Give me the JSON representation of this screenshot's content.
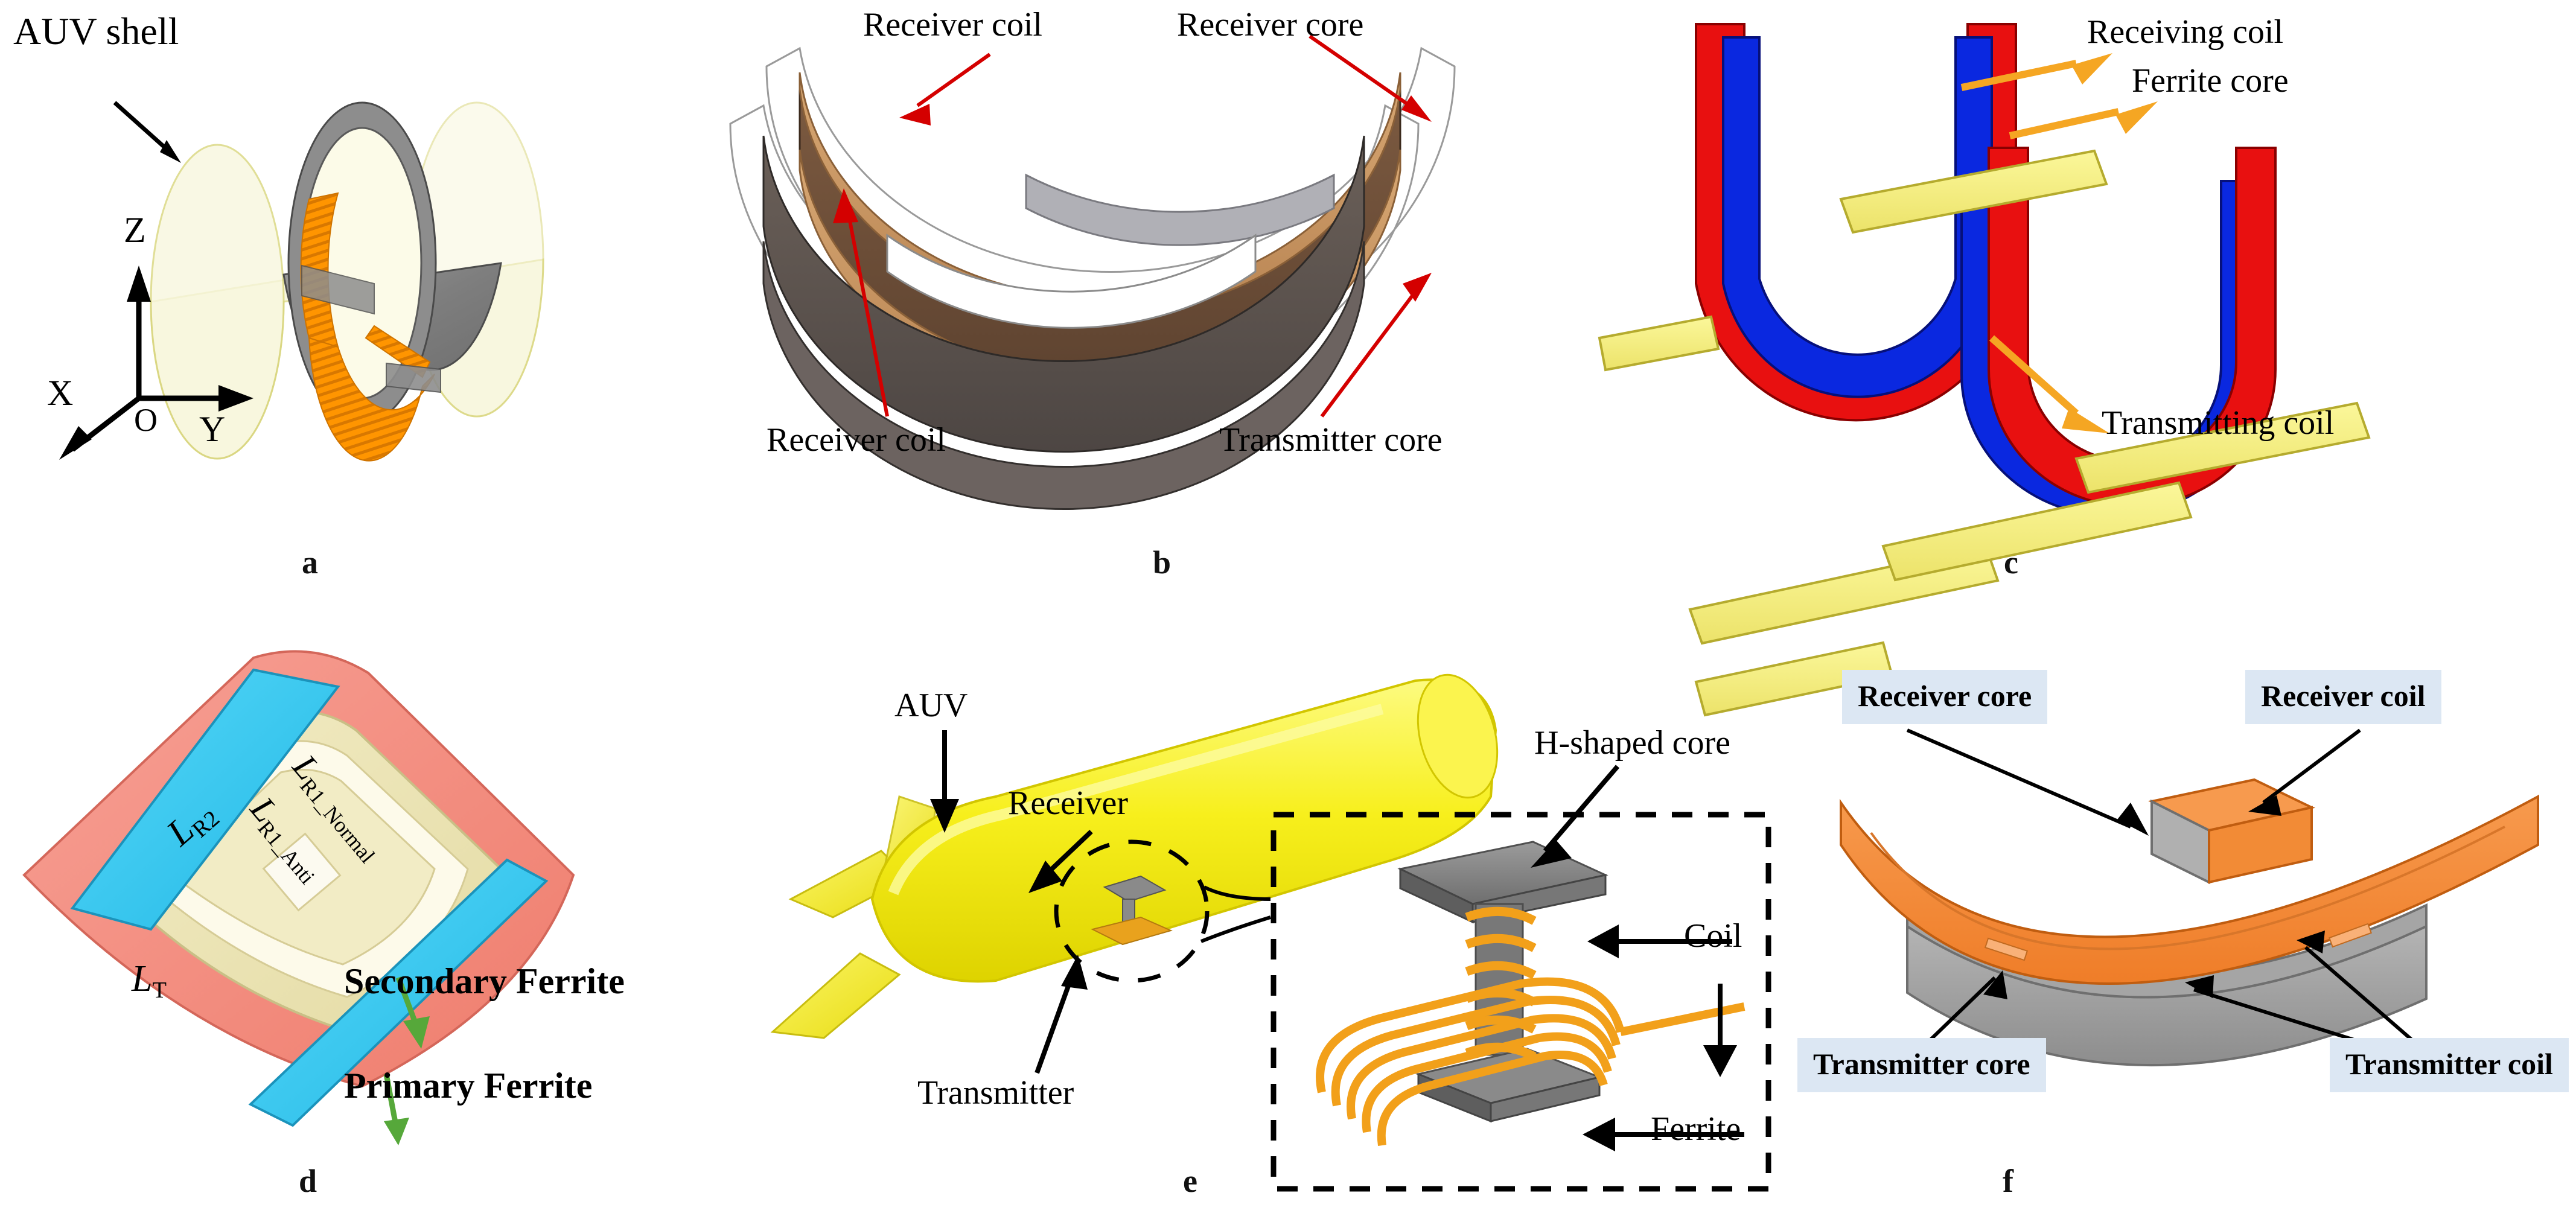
{
  "figure": {
    "type": "multi-panel-scientific-figure",
    "panel_count": 6,
    "subject": "Underwater wireless power transfer coupler structures for AUV",
    "background": "#ffffff"
  },
  "captions": {
    "a": "a",
    "b": "b",
    "c": "c",
    "d": "d",
    "e": "e",
    "f": "f"
  },
  "panel_a": {
    "title_label": "AUV shell",
    "axes": {
      "z": "Z",
      "x": "X",
      "y": "Y",
      "origin": "O"
    },
    "colors": {
      "shell": "#f2f2d8",
      "ring": "#8c8c8c",
      "coil": "#ff9900"
    }
  },
  "panel_b": {
    "labels": {
      "receiver_coil_top": "Receiver coil",
      "receiver_core": "Receiver core",
      "receiver_coil_bottom": "Receiver coil",
      "transmitter_core": "Transmitter core"
    },
    "colors": {
      "receiver_core": "#6b4f3a",
      "transmitter_core": "#5b5150",
      "coil": "#c89a6a",
      "arrow": "#d40000"
    }
  },
  "panel_c": {
    "labels": {
      "receiving_coil": "Receiving coil",
      "ferrite_core": "Ferrite core",
      "transmitting_coil": "Transmitting coil"
    },
    "colors": {
      "receiving": "#0a28e0",
      "transmitting": "#e81010",
      "ferrite": "#f5f07a",
      "arrow": "#f5a623"
    }
  },
  "panel_d": {
    "labels": {
      "l_r2": "L",
      "l_r2_sub": "R2",
      "l_r1_normal": "L",
      "l_r1_normal_sub": "R1_Normal",
      "l_r1_anti": "L",
      "l_r1_anti_sub": "R1_Anti",
      "l_t": "L",
      "l_t_sub": "T",
      "secondary_ferrite": "Secondary Ferrite",
      "primary_ferrite": "Primary Ferrite"
    },
    "colors": {
      "primary": "#f4877a",
      "secondary": "#35c8f0",
      "winding": "#ece5b6",
      "arrow": "#56a83a"
    }
  },
  "panel_e": {
    "labels": {
      "auv": "AUV",
      "receiver": "Receiver",
      "transmitter": "Transmitter",
      "h_shaped_core": "H-shaped core",
      "coil": "Coil",
      "ferrite": "Ferrite"
    },
    "colors": {
      "auv": "#f5ec2a",
      "core": "#808080",
      "coil": "#f5a623"
    }
  },
  "panel_f": {
    "labels": {
      "receiver_core": "Receiver core",
      "receiver_coil": "Receiver coil",
      "transmitter_core": "Transmitter core",
      "transmitter_coil": "Transmitter coil"
    },
    "colors": {
      "coil": "#f2863a",
      "core": "#9c9c9c",
      "labelbox": "#dce7f3"
    }
  }
}
